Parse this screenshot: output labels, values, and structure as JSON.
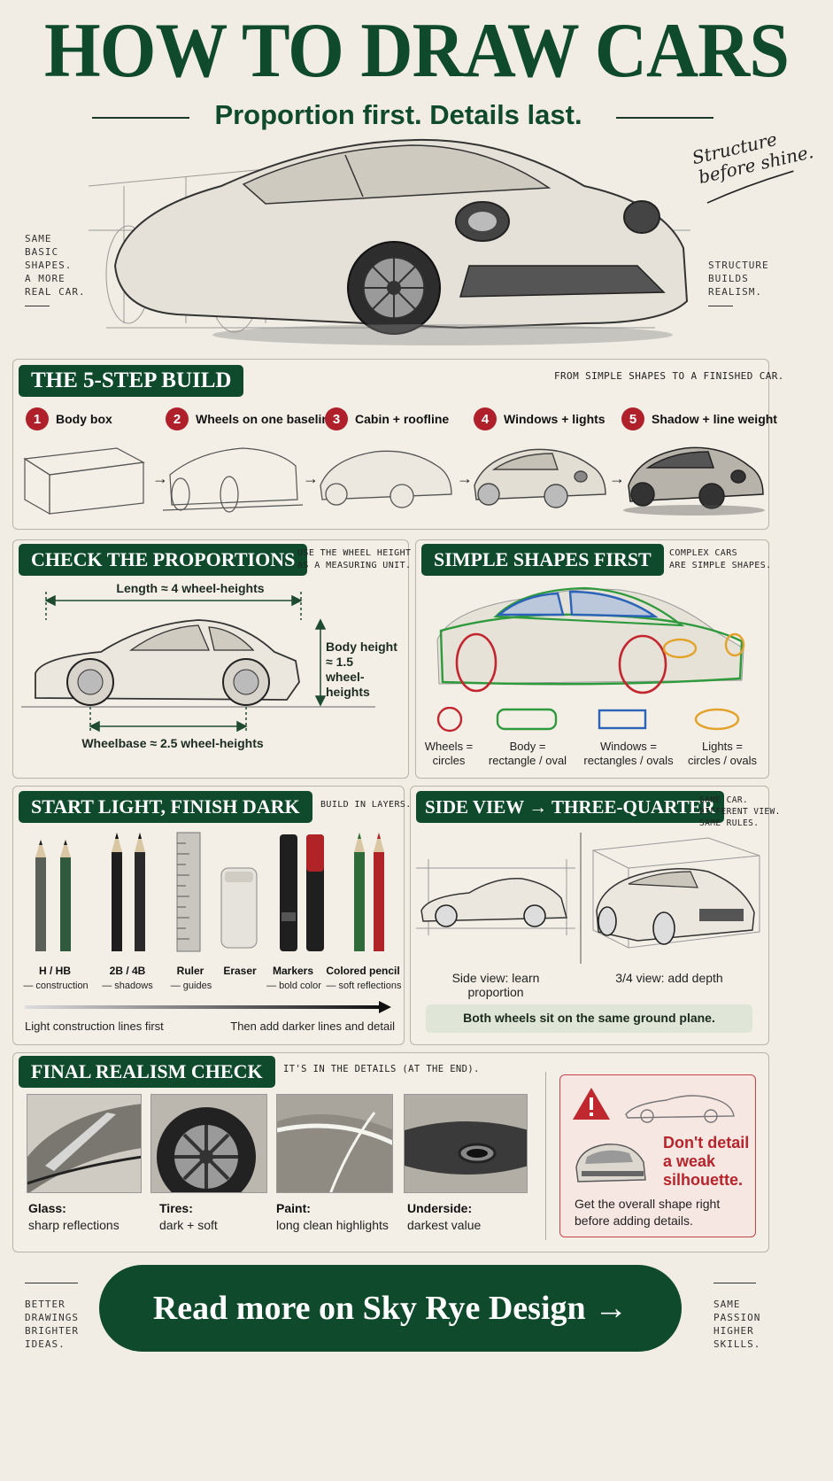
{
  "header": {
    "title": "HOW TO DRAW CARS",
    "subtitle": "Proportion first. Details last.",
    "tagline_line1": "Structure",
    "tagline_line2": "before shine.",
    "left_note": [
      "SAME",
      "BASIC",
      "SHAPES.",
      "A MORE",
      "REAL CAR."
    ],
    "right_note": [
      "STRUCTURE",
      "BUILDS",
      "REALISM."
    ]
  },
  "steps_panel": {
    "title": "THE 5-STEP BUILD",
    "note": "FROM SIMPLE SHAPES TO A FINISHED CAR.",
    "steps": [
      {
        "num": "1",
        "label": "Body box"
      },
      {
        "num": "2",
        "label": "Wheels on one baseline"
      },
      {
        "num": "3",
        "label": "Cabin + roofline"
      },
      {
        "num": "4",
        "label": "Windows + lights"
      },
      {
        "num": "5",
        "label": "Shadow + line weight"
      }
    ]
  },
  "proportions_panel": {
    "title": "CHECK THE PROPORTIONS",
    "note_line1": "USE THE WHEEL HEIGHT",
    "note_line2": "AS A MEASURING UNIT.",
    "length_label": "Length ≈ 4 wheel-heights",
    "height_label_line1": "Body height",
    "height_label_line2": "≈ 1.5",
    "height_label_line3": "wheel-heights",
    "wheelbase_label": "Wheelbase ≈ 2.5 wheel-heights"
  },
  "shapes_panel": {
    "title": "SIMPLE SHAPES FIRST",
    "note_line1": "COMPLEX CARS",
    "note_line2": "ARE SIMPLE SHAPES.",
    "items": [
      {
        "line1": "Wheels =",
        "line2": "circles",
        "color": "#c3262f"
      },
      {
        "line1": "Body =",
        "line2": "rectangle / oval",
        "color": "#2e9a3c"
      },
      {
        "line1": "Windows =",
        "line2": "rectangles / ovals",
        "color": "#2a63b8"
      },
      {
        "line1": "Lights =",
        "line2": "circles / ovals",
        "color": "#e3a22a"
      }
    ]
  },
  "light_panel": {
    "title": "START LIGHT, FINISH DARK",
    "note": "BUILD IN LAYERS.",
    "tools": [
      {
        "name": "H / HB",
        "sub": "— construction"
      },
      {
        "name": "2B / 4B",
        "sub": "— shadows"
      },
      {
        "name": "Ruler",
        "sub": "— guides"
      },
      {
        "name": "Eraser",
        "sub": ""
      },
      {
        "name": "Markers",
        "sub": "— bold color"
      },
      {
        "name": "Colored pencil",
        "sub": "— soft reflections"
      }
    ],
    "gradient_left": "Light construction lines first",
    "gradient_right": "Then add darker lines and detail"
  },
  "view_panel": {
    "title": "SIDE VIEW → THREE-QUARTER",
    "note_line1": "SAME CAR.",
    "note_line2": "DIFFERENT VIEW.",
    "note_line3": "SAME RULES.",
    "side_caption": "Side view: learn proportion",
    "quarter_caption": "3/4 view: add depth",
    "banner": "Both wheels sit on the same ground plane."
  },
  "realism_panel": {
    "title": "FINAL REALISM CHECK",
    "note": "IT'S IN THE DETAILS (AT THE END).",
    "details": [
      {
        "title": "Glass:",
        "sub": "sharp reflections"
      },
      {
        "title": "Tires:",
        "sub": "dark + soft"
      },
      {
        "title": "Paint:",
        "sub": "long clean highlights"
      },
      {
        "title": "Underside:",
        "sub": "darkest value"
      }
    ],
    "warning_line1": "Don't detail",
    "warning_line2": "a weak",
    "warning_line3": "silhouette.",
    "warning_body_line1": "Get the overall shape right",
    "warning_body_line2": "before adding details."
  },
  "footer": {
    "cta": "Read more on Sky Rye Design →",
    "left_note": [
      "BETTER",
      "DRAWINGS",
      "BRIGHTER",
      "IDEAS."
    ],
    "right_note": [
      "SAME",
      "PASSION",
      "HIGHER",
      "SKILLS."
    ]
  }
}
